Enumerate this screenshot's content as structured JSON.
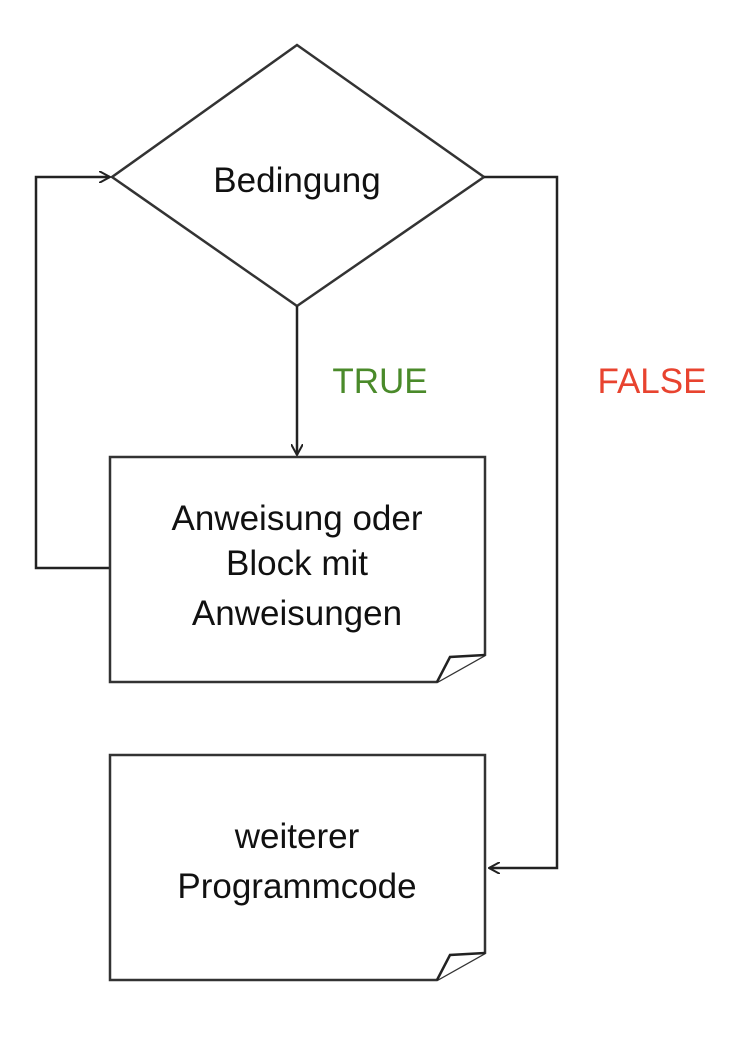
{
  "diagram": {
    "condition": "Bedingung",
    "true_label": "TRUE",
    "false_label": "FALSE",
    "body_lines": [
      "Anweisung oder",
      "Block mit",
      "Anweisungen"
    ],
    "after_lines": [
      "weiterer",
      "Programmcode"
    ],
    "colors": {
      "true": "#4a8a2a",
      "false": "#e8432f"
    }
  }
}
